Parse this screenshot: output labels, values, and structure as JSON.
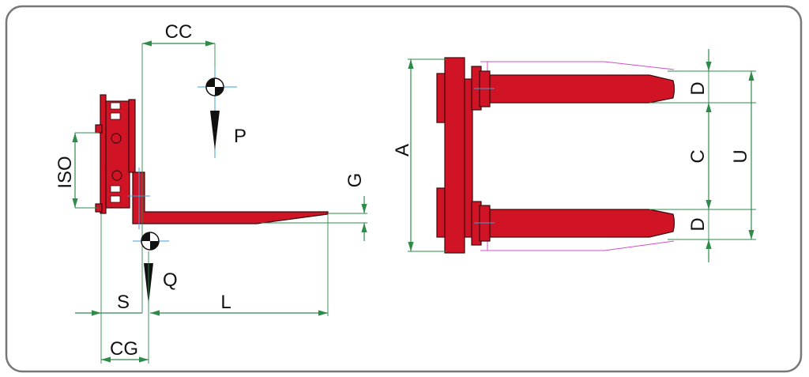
{
  "diagram": {
    "side_view": {
      "labels": {
        "cc": "CC",
        "p": "P",
        "iso": "ISO",
        "g": "G",
        "q": "Q",
        "s": "S",
        "l": "L",
        "cg": "CG"
      }
    },
    "top_view": {
      "labels": {
        "a": "A",
        "d_top": "D",
        "c": "C",
        "u": "U",
        "d_bottom": "D"
      }
    },
    "colors": {
      "body": "#d01426",
      "dimension": "#2e8b4a",
      "frame": "#777777",
      "centerline": "#3aa0d8",
      "outline": "#d050c8"
    }
  }
}
